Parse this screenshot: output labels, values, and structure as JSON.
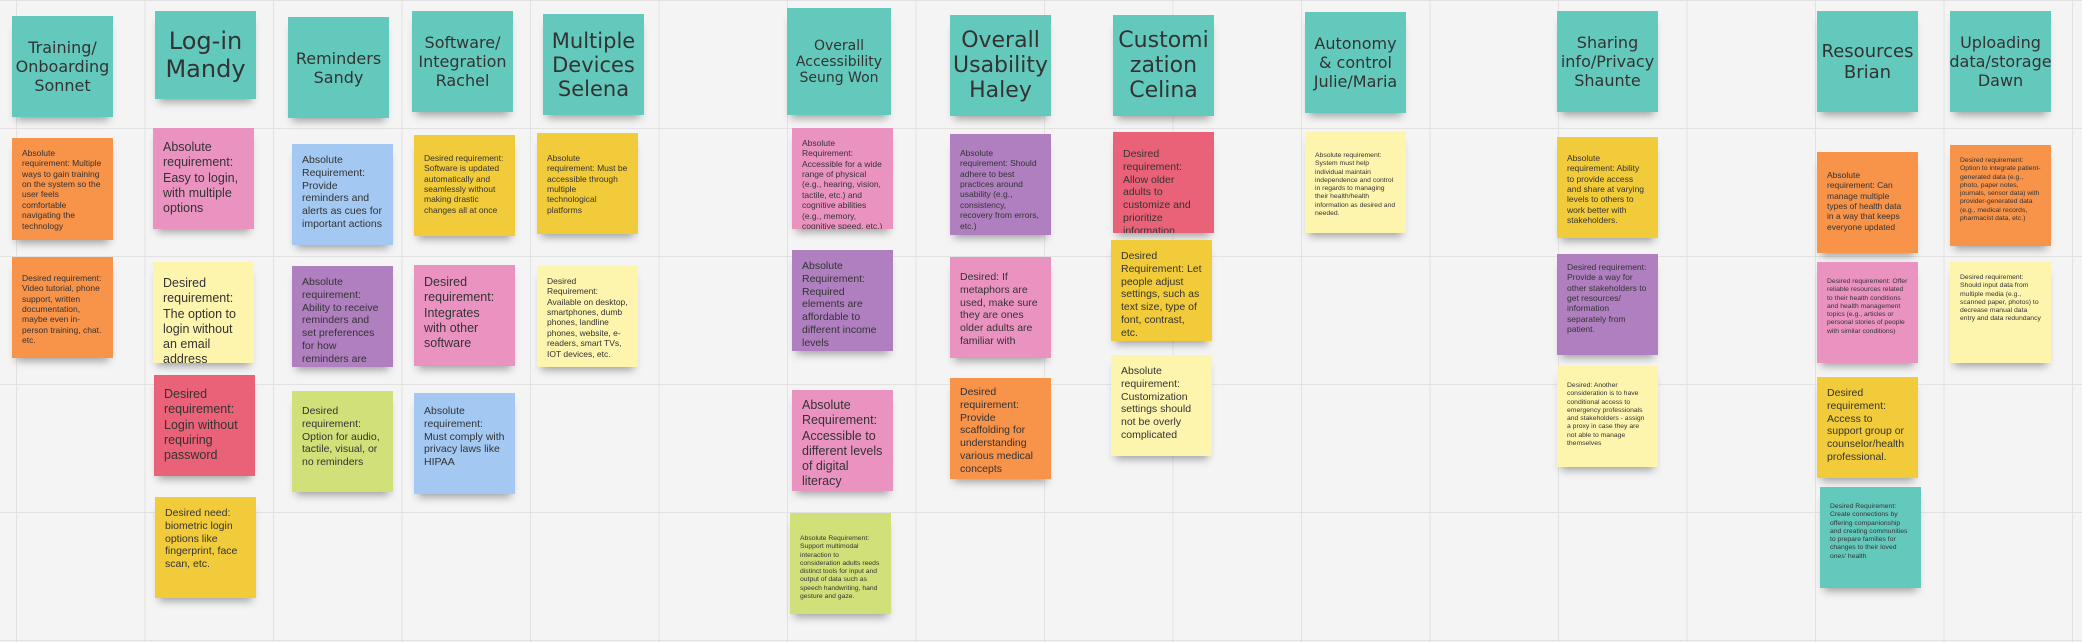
{
  "board": {
    "headers": [
      {
        "id": "training",
        "text": "Training/\nOnboarding\nSonnet"
      },
      {
        "id": "login",
        "text": "Log-in\nMandy"
      },
      {
        "id": "reminders",
        "text": "Reminders\nSandy"
      },
      {
        "id": "software",
        "text": "Software/\nIntegration\nRachel"
      },
      {
        "id": "devices",
        "text": "Multiple\nDevices\nSelena"
      },
      {
        "id": "accessibility",
        "text": "Overall\nAccessibility\nSeung Won"
      },
      {
        "id": "usability",
        "text": "Overall\nUsability\nHaley"
      },
      {
        "id": "customization",
        "text": "Customi\nzation\nCelina"
      },
      {
        "id": "autonomy",
        "text": "Autonomy\n& control\nJulie/Maria"
      },
      {
        "id": "sharing",
        "text": "Sharing\ninfo/Privacy\nShaunte"
      },
      {
        "id": "resources",
        "text": "Resources\nBrian"
      },
      {
        "id": "uploading",
        "text": "Uploading\ndata/storage\nDawn"
      }
    ],
    "notes": {
      "training_1": "Absolute requirement: Multiple ways to gain training on the system so the user feels comfortable navigating the technology",
      "training_2": "Desired requirement: Video tutorial, phone support, written documentation, maybe even in-person training, chat. etc.",
      "login_1": "Absolute requirement: Easy to login, with multiple options",
      "login_2": "Desired requirement: The option to login without an email address",
      "login_3": "Desired requirement: Login without requiring password",
      "login_4": "Desired need: biometric login options like fingerprint, face scan, etc.",
      "reminders_1": "Absolute Requirement: Provide reminders and alerts as cues for important actions",
      "reminders_2": "Absolute requirement: Ability to receive reminders and set preferences for how reminders are delivered",
      "reminders_3": "Desired requirement: Option for audio, tactile, visual, or no reminders",
      "software_1": "Desired requirement: Software is updated automatically and seamlessly without making drastic changes all at once",
      "software_2": "Desired requirement: Integrates with other software",
      "software_3": "Absolute requirement: Must comply with privacy laws like HIPAA",
      "devices_1": "Absolute requirement: Must be accessible through multiple technological platforms",
      "devices_2": "Desired Requirement: Available on desktop, smartphones, dumb phones, landline phones, website, e-readers, smart TVs, IOT devices, etc.",
      "accessibility_1": "Absolute Requirement: Accessible for a wide range of physical (e.g., hearing, vision, tactile, etc.) and cognitive abilities (e.g., memory, cognitive speed, etc.)",
      "accessibility_2": "Absolute Requirement: Required elements are affordable to different income levels",
      "accessibility_3": "Absolute Requirement: Accessible to different levels of digital literacy",
      "accessibility_4": "Absolute Requirement: Support multimodal interaction to consideration adults reeds distinct tools for input and output of data such as speech handwriting, hand gesture and gaze.",
      "usability_1": "Absolute requirement: Should adhere to best practices around usability (e.g., consistency, recovery from errors, etc.)",
      "usability_2": "Desired: If metaphors are used, make sure they are ones older adults are familiar with",
      "usability_3": "Desired requirement: Provide scaffolding for understanding various medical concepts",
      "customization_1": "Desired requirement: Allow older adults to customize and prioritize information.",
      "customization_2": "Desired Requirement: Let people adjust settings, such as text size, type of font, contrast, etc.",
      "customization_3": "Absolute requirement: Customization settings should not be overly complicated",
      "autonomy_1": "Absolute requirement: System must help individual maintain independence and control in regards to managing their health/health information as desired and needed.",
      "sharing_1": "Absolute requirement: Ability to provide access and share at varying levels to others to work better with stakeholders.",
      "sharing_2": "Desired requirement: Provide a way for other stakeholders to get resources/ information separately from patient.",
      "sharing_3": "Desired: Another consideration is to have conditional access to emergency professionals and stakeholders - assign a proxy in case they are not able to manage themselves",
      "resources_1": "Absolute requirement: Can manage multiple types of health data in a way that keeps everyone updated",
      "resources_2": "Desired requirement: Offer reliable resources related to their health conditions and health management topics (e.g., articles or personal stories of people with similar conditions)",
      "resources_3": "Desired requirement: Access to support group or counselor/health professional.",
      "resources_4": "Desired Requirement: Create connections by offering companionship and creating communities to prepare families for changes to their loved ones' health",
      "uploading_1": "Desired requirement: Option to integrate patient-generated data (e.g., photo, paper notes, journals, sensor data) with provider-generated data (e.g., medical records, pharmacist data, etc.)",
      "uploading_2": "Desired requirement: Should input data from multiple media (e.g., scanned paper, photos) to decrease manual data entry and data redundancy"
    }
  }
}
